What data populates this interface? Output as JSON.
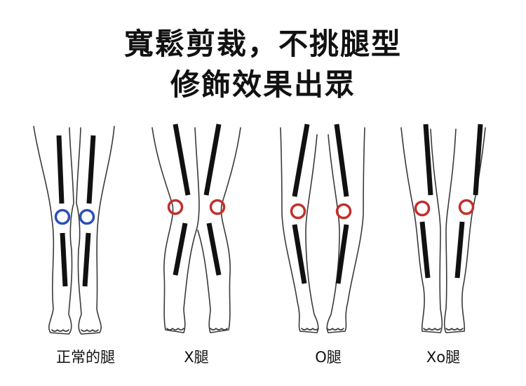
{
  "title": {
    "line1": "寬鬆剪裁，不挑腿型",
    "line2": "修飾效果出眾"
  },
  "figures": [
    {
      "caption": "正常的腿",
      "knee_color": "#2a4fb8"
    },
    {
      "caption": "X腿",
      "knee_color": "#c0302c"
    },
    {
      "caption": "O腿",
      "knee_color": "#c0302c"
    },
    {
      "caption": "Xo腿",
      "knee_color": "#c0302c"
    }
  ],
  "colors": {
    "outline": "#3a3a3a",
    "axis_bar": "#111111"
  }
}
